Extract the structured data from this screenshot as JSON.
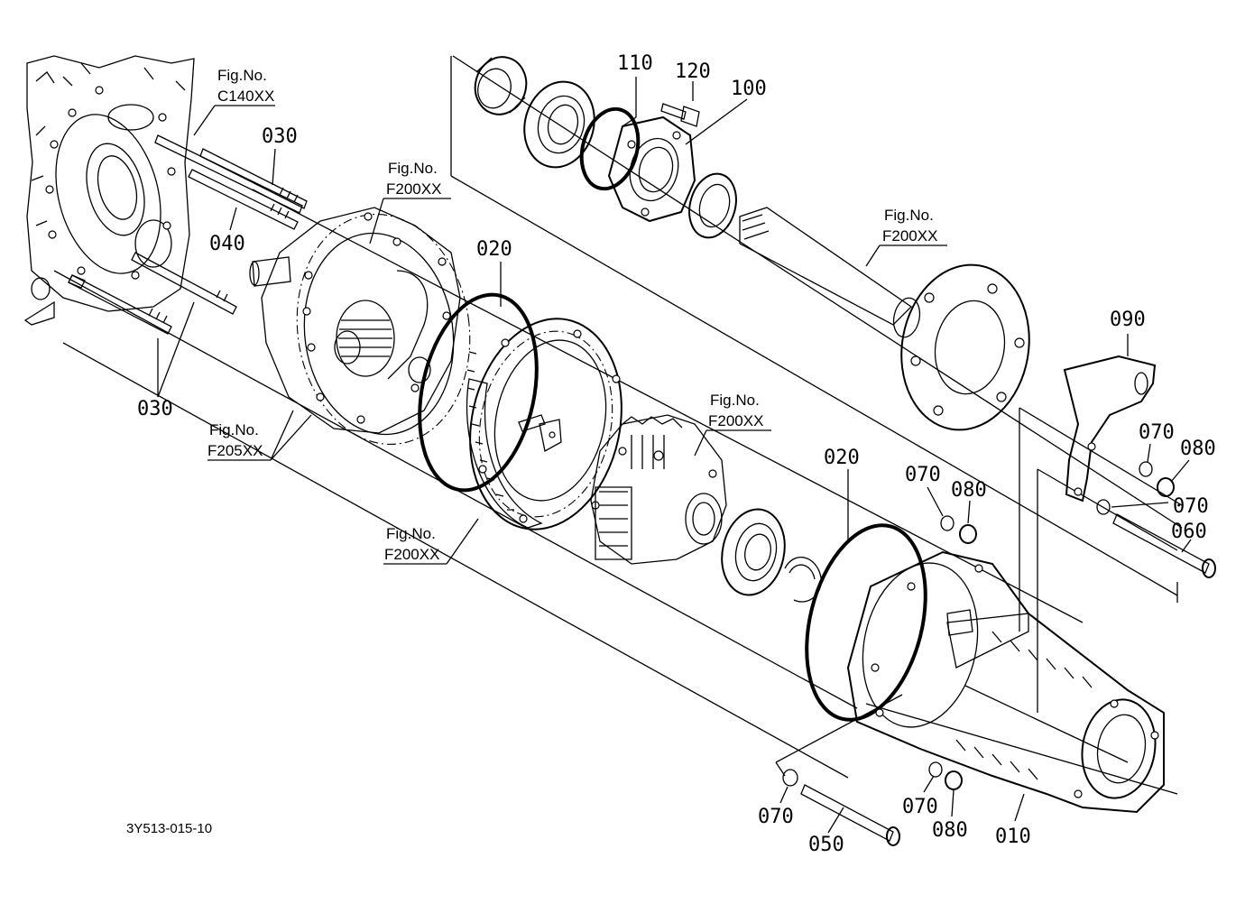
{
  "diagram": {
    "part_labels": {
      "p110": "110",
      "p120": "120",
      "p100": "100",
      "p030a": "030",
      "p040": "040",
      "p030b": "030",
      "p020a": "020",
      "p020b": "020",
      "p090": "090",
      "p070a": "070",
      "p080a": "080",
      "p070b": "070",
      "p060": "060",
      "p070c": "070",
      "p080b": "080",
      "p070d": "070",
      "p080c": "080",
      "p070e": "070",
      "p050": "050",
      "p010": "010"
    },
    "fig_refs": [
      {
        "title": "Fig.No.",
        "code": "C140XX"
      },
      {
        "title": "Fig.No.",
        "code": "F200XX"
      },
      {
        "title": "Fig.No.",
        "code": "F200XX"
      },
      {
        "title": "Fig.No.",
        "code": "F205XX"
      },
      {
        "title": "Fig.No.",
        "code": "F200XX"
      },
      {
        "title": "Fig.No.",
        "code": "F200XX"
      }
    ],
    "drawing_code": "3Y513-015-10"
  }
}
